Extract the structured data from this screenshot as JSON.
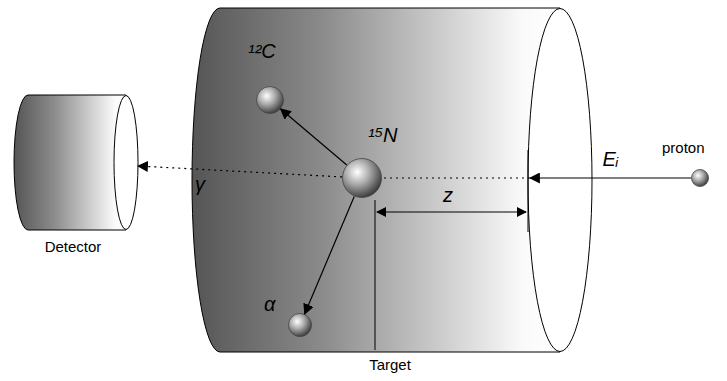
{
  "diagram": {
    "nodes": [
      {
        "text": [
          "Detector"
        ]
      },
      {
        "text": [
          "Target"
        ]
      },
      {
        "text": [
          "¹⁵N"
        ],
        "in": 1
      },
      {
        "text": [
          "¹²C"
        ],
        "in": 1
      },
      {
        "text": [
          "α"
        ],
        "in": 1
      },
      {
        "text": [
          "proton"
        ]
      }
    ],
    "edges": [
      {
        "from": 2,
        "to": 3,
        "arrow": "to"
      },
      {
        "from": 2,
        "to": 4,
        "arrow": "to"
      },
      {
        "from": 2,
        "to": 0,
        "arrow": "to",
        "label": "γ"
      },
      {
        "from": 5,
        "to": 2,
        "arrow": "to",
        "label": "Eᵢ"
      }
    ],
    "labels": [
      "z"
    ]
  }
}
